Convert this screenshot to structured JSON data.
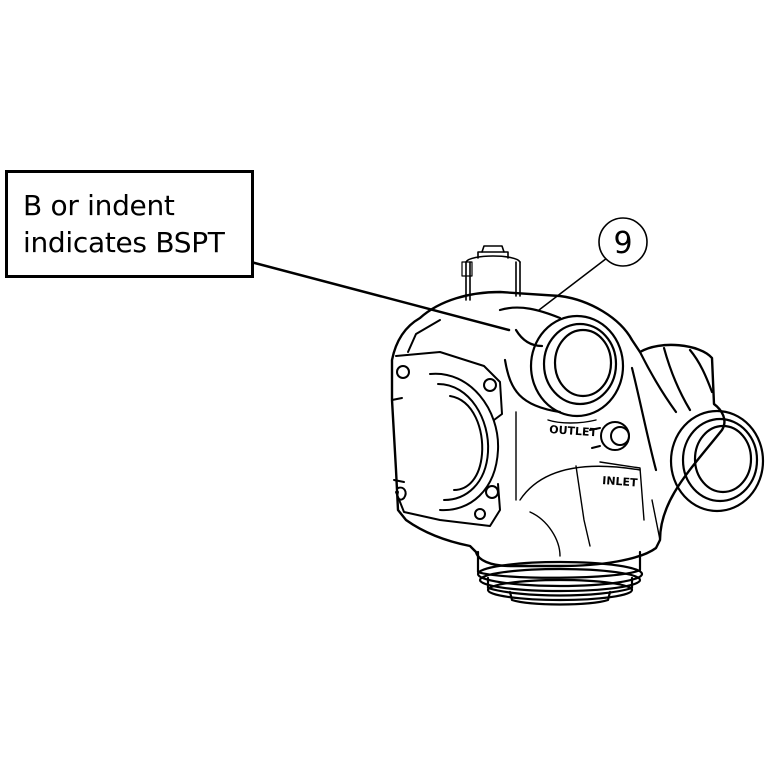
{
  "callout": {
    "line1": "B or indent",
    "line2": "indicates BSPT"
  },
  "part_number": "9",
  "body_labels": {
    "outlet": "OUTLET",
    "inlet": "INLET"
  },
  "icons": {
    "drawing": "valve-body-illustration"
  },
  "colors": {
    "ink": "#000000",
    "paper": "#ffffff"
  }
}
